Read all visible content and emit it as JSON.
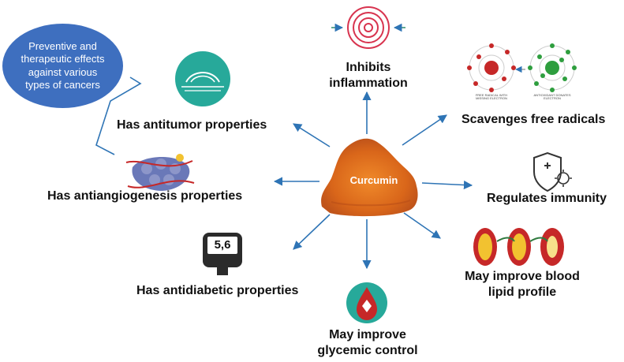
{
  "center": {
    "label": "Curcumin"
  },
  "bubble": {
    "text": "Preventive and therapeutic effects against various types of cancers"
  },
  "benefits": {
    "inflammation": "Inhibits\ninflammation",
    "free_radicals": "Scavenges free radicals",
    "antitumor": "Has antitumor properties",
    "antiangiogenesis": "Has antiangiogenesis properties",
    "immunity": "Regulates immunity",
    "antidiabetic": "Has antidiabetic properties",
    "lipid": "May improve blood\nlipid profile",
    "glycemic": "May improve\nglycemic control"
  },
  "icons": {
    "glucometer_reading": "5,6",
    "free_radical_caption": "FREE RADICAL WITH MISSING ELECTRON",
    "antioxidant_caption": "ANTIOXIDANT DONATES ELECTRON"
  },
  "colors": {
    "arrow": "#2e74b5",
    "bubble": "#3e6fbf",
    "turmeric": "#e0761c",
    "teal": "#27a99a",
    "red": "#c62828"
  }
}
